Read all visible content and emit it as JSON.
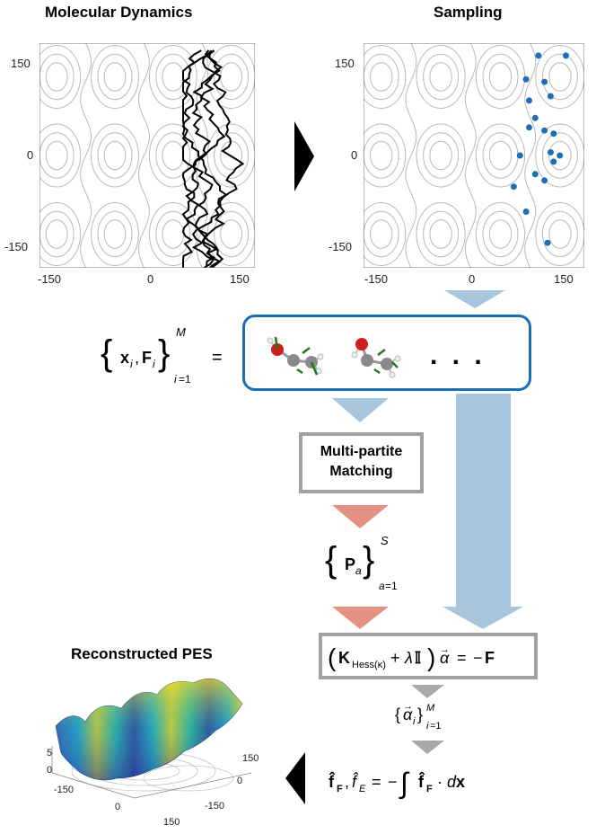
{
  "titles": {
    "md": "Molecular Dynamics",
    "sampling": "Sampling",
    "reconstructed": "Reconstructed PES"
  },
  "md_plot": {
    "yticks": [
      "150",
      "0",
      "-150"
    ],
    "xticks": [
      "-150",
      "0",
      "150"
    ]
  },
  "sampling_plot": {
    "yticks": [
      "150",
      "0",
      "-150"
    ],
    "xticks": [
      "-150",
      "0",
      "150"
    ],
    "point_color": "#1f6fb5",
    "points": [
      [
        105,
        160
      ],
      [
        150,
        160
      ],
      [
        85,
        122
      ],
      [
        115,
        118
      ],
      [
        90,
        88
      ],
      [
        125,
        95
      ],
      [
        90,
        45
      ],
      [
        115,
        40
      ],
      [
        130,
        35
      ],
      [
        75,
        0
      ],
      [
        125,
        5
      ],
      [
        100,
        -30
      ],
      [
        130,
        -10
      ],
      [
        115,
        -40
      ],
      [
        65,
        -50
      ],
      [
        85,
        -90
      ],
      [
        120,
        -140
      ],
      [
        140,
        0
      ],
      [
        100,
        60
      ]
    ]
  },
  "set_equation": {
    "lhs": "{x_i, F_i}_{i=1}^{M} =",
    "ellipsis": ". . ."
  },
  "matching_box": {
    "line1": "Multi-partite",
    "line2": "Matching"
  },
  "permutation_set": "{P_a}_{a=1}^{S}",
  "solve_equation": "(K_Hess(κ) + λI) α⃗ = −F",
  "alpha_set": "{α⃗_i}_{i=1}^{M}",
  "integral_equation": "f̂_F, f̂_E = −∫ f̂_F · dx",
  "pes_plot": {
    "zticks": [
      "5",
      "0"
    ],
    "xticks": [
      "-150",
      "0",
      "150"
    ],
    "yticks": [
      "150",
      "0",
      "-150"
    ]
  },
  "colors": {
    "arrow_blue": "#a7c6dd",
    "arrow_red": "#e39281",
    "arrow_gray": "#a9a9a9",
    "box_blue": "#1a6eb3",
    "box_gray": "#a0a0a0",
    "contour_gray": "#b8b8b8"
  }
}
